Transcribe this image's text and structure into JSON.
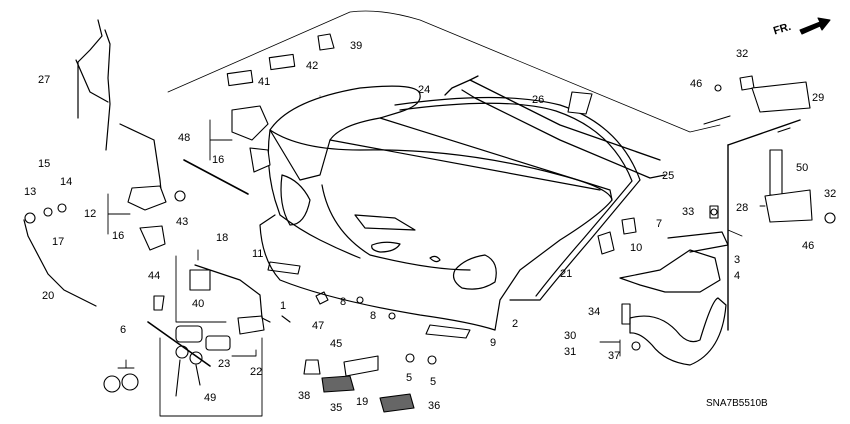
{
  "diagram": {
    "direction_label": "FR.",
    "drawing_code": "SNA7B5510B",
    "callouts": [
      {
        "id": "c1",
        "text": "1"
      },
      {
        "id": "c2",
        "text": "2"
      },
      {
        "id": "c3",
        "text": "3"
      },
      {
        "id": "c4",
        "text": "4"
      },
      {
        "id": "c5a",
        "text": "5"
      },
      {
        "id": "c5b",
        "text": "5"
      },
      {
        "id": "c6",
        "text": "6"
      },
      {
        "id": "c7",
        "text": "7"
      },
      {
        "id": "c8a",
        "text": "8"
      },
      {
        "id": "c8b",
        "text": "8"
      },
      {
        "id": "c9",
        "text": "9"
      },
      {
        "id": "c10",
        "text": "10"
      },
      {
        "id": "c11",
        "text": "11"
      },
      {
        "id": "c12",
        "text": "12"
      },
      {
        "id": "c13",
        "text": "13"
      },
      {
        "id": "c14",
        "text": "14"
      },
      {
        "id": "c15",
        "text": "15"
      },
      {
        "id": "c16a",
        "text": "16"
      },
      {
        "id": "c16b",
        "text": "16"
      },
      {
        "id": "c17",
        "text": "17"
      },
      {
        "id": "c18",
        "text": "18"
      },
      {
        "id": "c19",
        "text": "19"
      },
      {
        "id": "c20",
        "text": "20"
      },
      {
        "id": "c21",
        "text": "21"
      },
      {
        "id": "c22",
        "text": "22"
      },
      {
        "id": "c23",
        "text": "23"
      },
      {
        "id": "c24",
        "text": "24"
      },
      {
        "id": "c25",
        "text": "25"
      },
      {
        "id": "c26",
        "text": "26"
      },
      {
        "id": "c27",
        "text": "27"
      },
      {
        "id": "c28",
        "text": "28"
      },
      {
        "id": "c29",
        "text": "29"
      },
      {
        "id": "c30",
        "text": "30"
      },
      {
        "id": "c31",
        "text": "31"
      },
      {
        "id": "c32a",
        "text": "32"
      },
      {
        "id": "c32b",
        "text": "32"
      },
      {
        "id": "c33",
        "text": "33"
      },
      {
        "id": "c34",
        "text": "34"
      },
      {
        "id": "c35",
        "text": "35"
      },
      {
        "id": "c36",
        "text": "36"
      },
      {
        "id": "c37",
        "text": "37"
      },
      {
        "id": "c38",
        "text": "38"
      },
      {
        "id": "c39",
        "text": "39"
      },
      {
        "id": "c40",
        "text": "40"
      },
      {
        "id": "c41",
        "text": "41"
      },
      {
        "id": "c42",
        "text": "42"
      },
      {
        "id": "c43",
        "text": "43"
      },
      {
        "id": "c44",
        "text": "44"
      },
      {
        "id": "c45",
        "text": "45"
      },
      {
        "id": "c46a",
        "text": "46"
      },
      {
        "id": "c46b",
        "text": "46"
      },
      {
        "id": "c47",
        "text": "47"
      },
      {
        "id": "c48",
        "text": "48"
      },
      {
        "id": "c49",
        "text": "49"
      },
      {
        "id": "c50",
        "text": "50"
      }
    ]
  }
}
